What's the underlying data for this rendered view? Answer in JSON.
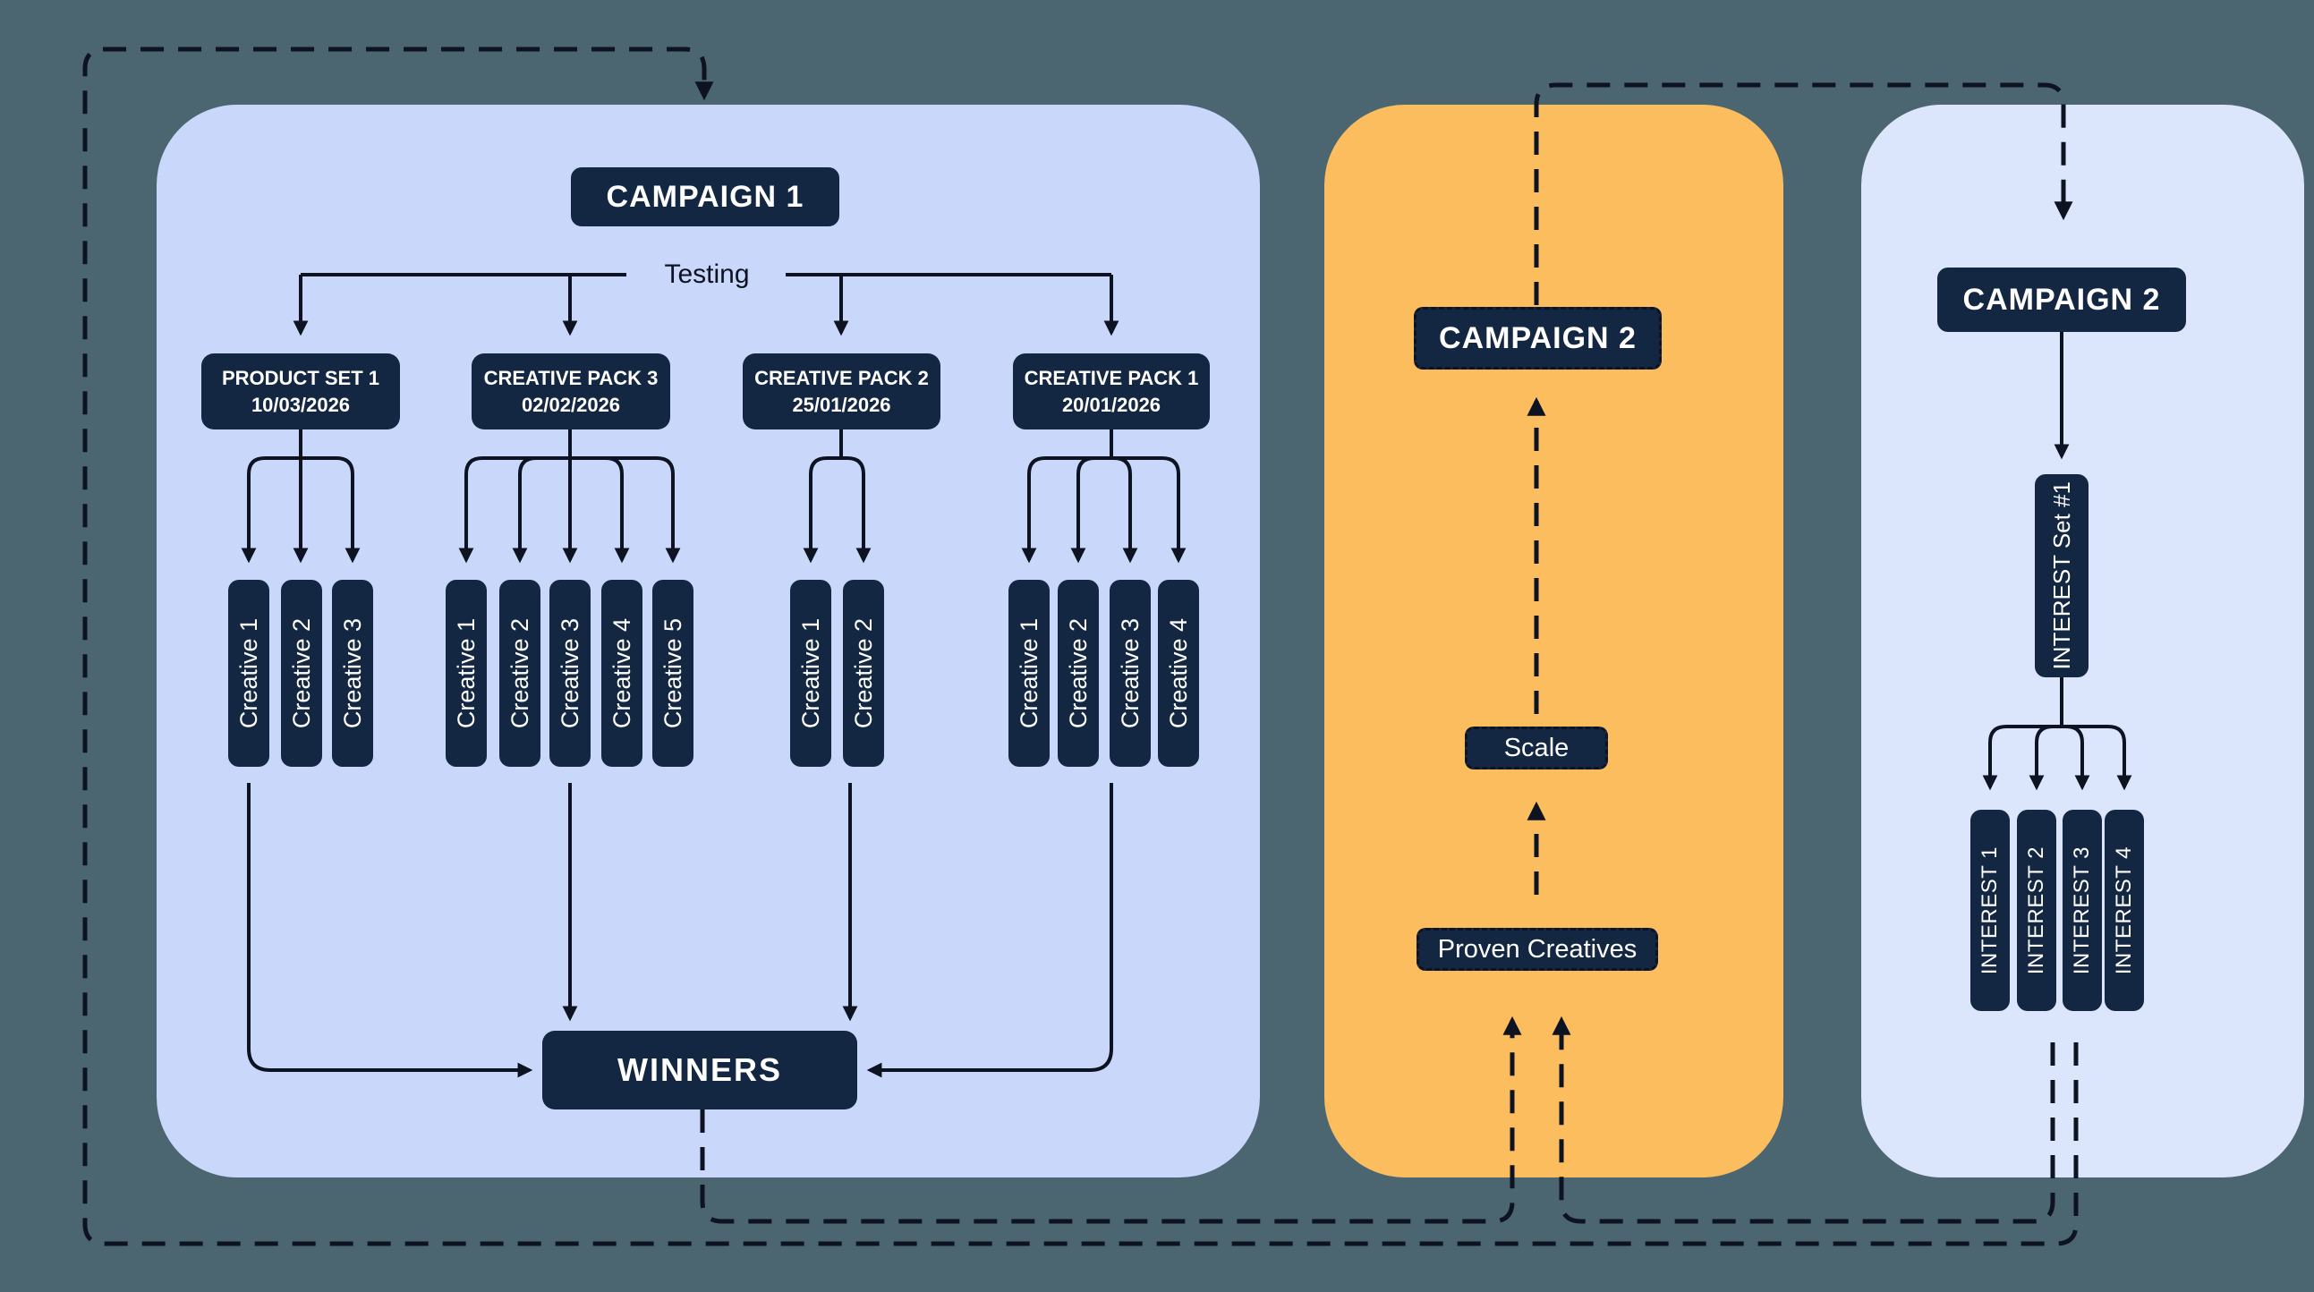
{
  "colors": {
    "background": "#4b6671",
    "campaign1_panel": "#c9d7fa",
    "scaling_panel": "#fcbd5e",
    "campaign2_panel": "#dbe5fb",
    "node": "#132742",
    "connector": "#0d1321",
    "node_text": "#ffffff"
  },
  "campaign1": {
    "title": "CAMPAIGN 1",
    "testing_label": "Testing",
    "winners_label": "WINNERS",
    "groups": [
      {
        "title": "PRODUCT SET 1",
        "date": "10/03/2026",
        "creatives": [
          "Creative 1",
          "Creative 2",
          "Creative 3"
        ]
      },
      {
        "title": "CREATIVE PACK 3",
        "date": "02/02/2026",
        "creatives": [
          "Creative 1",
          "Creative 2",
          "Creative 3",
          "Creative 4",
          "Creative 5"
        ]
      },
      {
        "title": "CREATIVE PACK 2",
        "date": "25/01/2026",
        "creatives": [
          "Creative 1",
          "Creative 2"
        ]
      },
      {
        "title": "CREATIVE PACK 1",
        "date": "20/01/2026",
        "creatives": [
          "Creative 1",
          "Creative 2",
          "Creative 3",
          "Creative 4"
        ]
      }
    ]
  },
  "scaling": {
    "title": "CAMPAIGN 2",
    "scale_label": "Scale",
    "proven_label": "Proven Creatives"
  },
  "campaign2": {
    "title": "CAMPAIGN 2",
    "interest_set_label": "INTEREST Set #1",
    "interests": [
      "INTEREST 1",
      "INTEREST 2",
      "INTEREST 3",
      "INTEREST 4"
    ]
  }
}
